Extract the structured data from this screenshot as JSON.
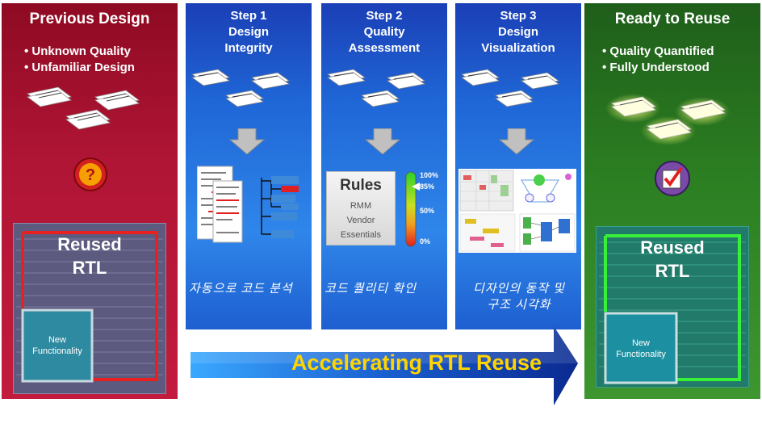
{
  "previous": {
    "title": "Previous Design",
    "bullets": [
      "• Unknown Quality",
      "• Unfamiliar Design"
    ],
    "chip_main": "Reused\nRTL",
    "chip_sub": "New\nFunctionality",
    "colors": {
      "panel": "#b01535",
      "border": "#e82020",
      "badge": "#f5a000"
    }
  },
  "steps": [
    {
      "title": "Step 1\nDesign\nIntegrity",
      "caption": "자동으로 코드 분석"
    },
    {
      "title": "Step 2\nQuality\nAssessment",
      "caption": "코드 퀄리티 확인"
    },
    {
      "title": "Step 3\nDesign\nVisualization",
      "caption": "디자인의 동작 및\n구조 시각화"
    }
  ],
  "rules": {
    "title": "Rules",
    "items": [
      "RMM",
      "Vendor",
      "Essentials"
    ],
    "gauge_labels": [
      "100%",
      "85%",
      "50%",
      "0%"
    ]
  },
  "ready": {
    "title": "Ready to Reuse",
    "bullets": [
      "• Quality Quantified",
      "• Fully Understood"
    ],
    "chip_main": "Reused\nRTL",
    "chip_sub": "New\nFunctionality",
    "colors": {
      "panel": "#2c7f22",
      "border": "#38f038",
      "badge": "#7a4aa8"
    }
  },
  "banner": {
    "text": "Accelerating RTL Reuse"
  }
}
